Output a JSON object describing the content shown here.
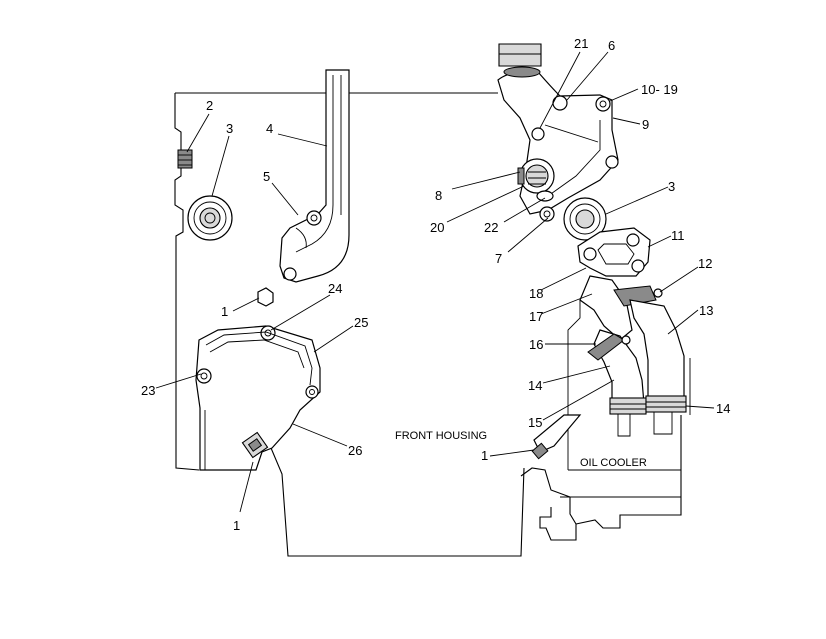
{
  "diagram": {
    "captions": {
      "front_housing": "FRONT HOUSING",
      "oil_cooler": "OIL COOLER"
    },
    "callouts": {
      "c1a": "1",
      "c1b": "1",
      "c1c": "1",
      "c2": "2",
      "c3a": "3",
      "c3b": "3",
      "c4": "4",
      "c5": "5",
      "c6": "6",
      "c7": "7",
      "c8": "8",
      "c9": "9",
      "c10_19": "10- 19",
      "c11": "11",
      "c12": "12",
      "c13": "13",
      "c14a": "14",
      "c14b": "14",
      "c15": "15",
      "c16": "16",
      "c17": "17",
      "c18": "18",
      "c20": "20",
      "c21": "21",
      "c22": "22",
      "c23": "23",
      "c24": "24",
      "c25": "25",
      "c26": "26"
    }
  }
}
